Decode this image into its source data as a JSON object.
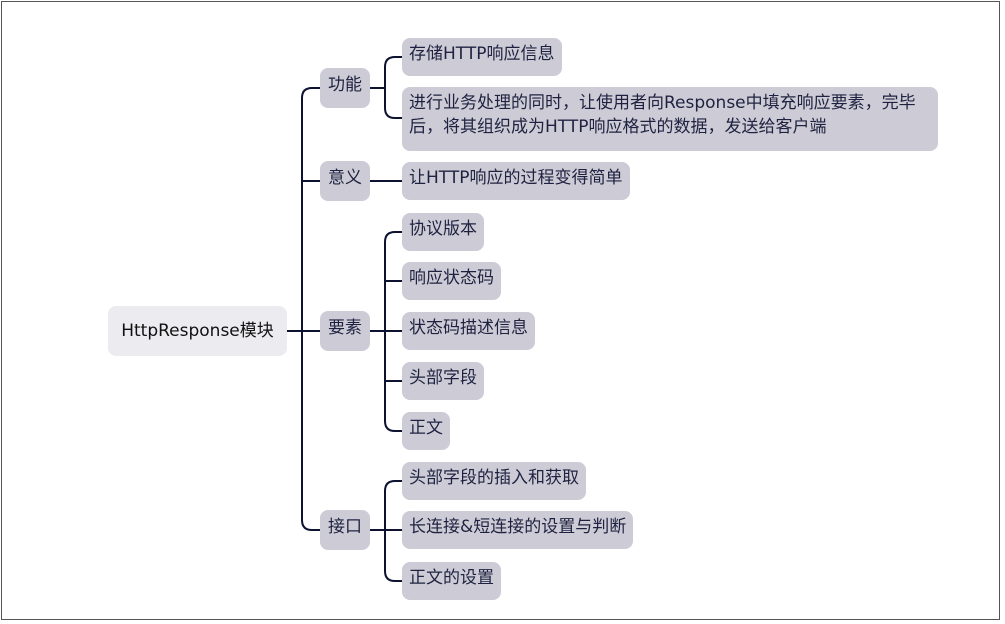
{
  "root": {
    "label": "HttpResponse模块"
  },
  "branches": [
    {
      "label": "功能",
      "children": [
        "存储HTTP响应信息",
        "进行业务处理的同时，让使用者向Response中填充响应要素，完毕后，将其组织成为HTTP响应格式的数据，发送给客户端"
      ]
    },
    {
      "label": "意义",
      "children": [
        "让HTTP响应的过程变得简单"
      ]
    },
    {
      "label": "要素",
      "children": [
        "协议版本",
        "响应状态码",
        "状态码描述信息",
        "头部字段",
        "正文"
      ]
    },
    {
      "label": "接口",
      "children": [
        "头部字段的插入和获取",
        "长连接&短连接的设置与判断",
        "正文的设置"
      ]
    }
  ],
  "colors": {
    "line": "#0d1230",
    "node": "#cdccd6",
    "root": "#ecebef"
  }
}
